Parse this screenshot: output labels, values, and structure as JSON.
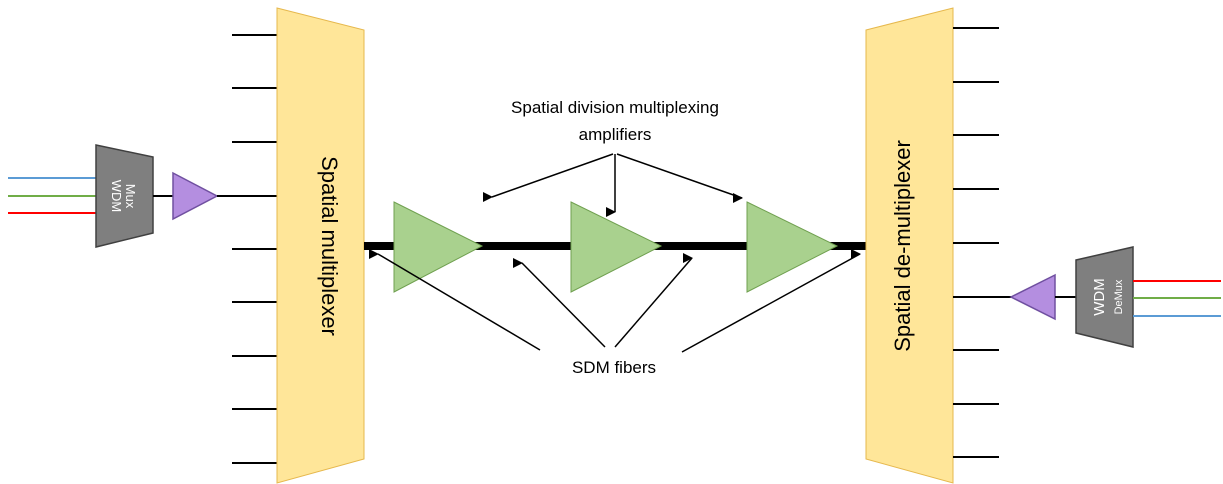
{
  "labels": {
    "spatial_mux": "Spatial multiplexer",
    "spatial_demux": "Spatial de-multiplexer",
    "sdm_amplifiers_line1": "Spatial division multiplexing",
    "sdm_amplifiers_line2": "amplifiers",
    "sdm_fibers": "SDM fibers",
    "wdm_mux_line1": "WDM",
    "wdm_mux_line2": "Mux",
    "wdm_demux_line1": "WDM",
    "wdm_demux_line2": "DeMux"
  },
  "colors": {
    "multiplexer_fill": "#FFE699",
    "multiplexer_stroke": "#E6B84D",
    "amplifier_fill": "#A9D18E",
    "amplifier_stroke": "#70A050",
    "wdm_fill": "#7F7F7F",
    "wdm_stroke": "#404040",
    "small_amp_fill": "#B48EE0",
    "small_amp_stroke": "#7050A0",
    "wavelength_blue": "#5B9BD5",
    "wavelength_green": "#70AD47",
    "wavelength_red": "#FF0000",
    "fiber": "#000000"
  },
  "icons": {
    "spatial_mux": "trapezoid",
    "spatial_demux": "trapezoid",
    "sdm_amplifier": "triangle",
    "wdm_mux": "trapezoid",
    "wdm_demux": "trapezoid",
    "small_amplifier": "triangle"
  }
}
